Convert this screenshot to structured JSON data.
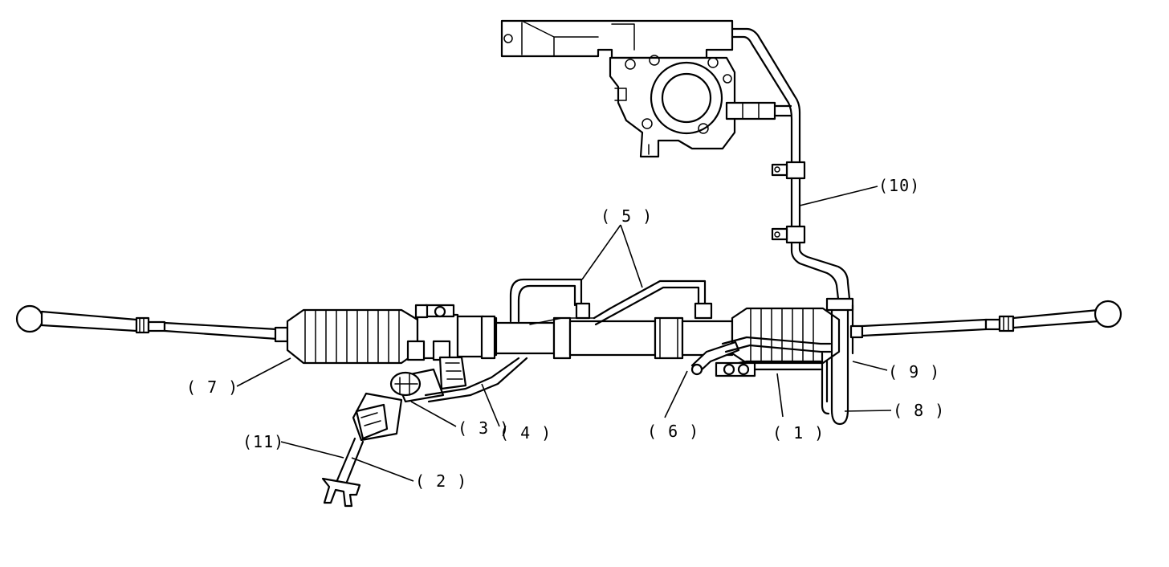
{
  "callouts": {
    "c1": "( 1 )",
    "c2": "( 2 )",
    "c3": "( 3 )",
    "c4": "( 4 )",
    "c5": "( 5 )",
    "c6": "( 6 )",
    "c7": "( 7 )",
    "c8": "( 8 )",
    "c9": "( 9 )",
    "c10": "(10)",
    "c11": "(11)"
  }
}
